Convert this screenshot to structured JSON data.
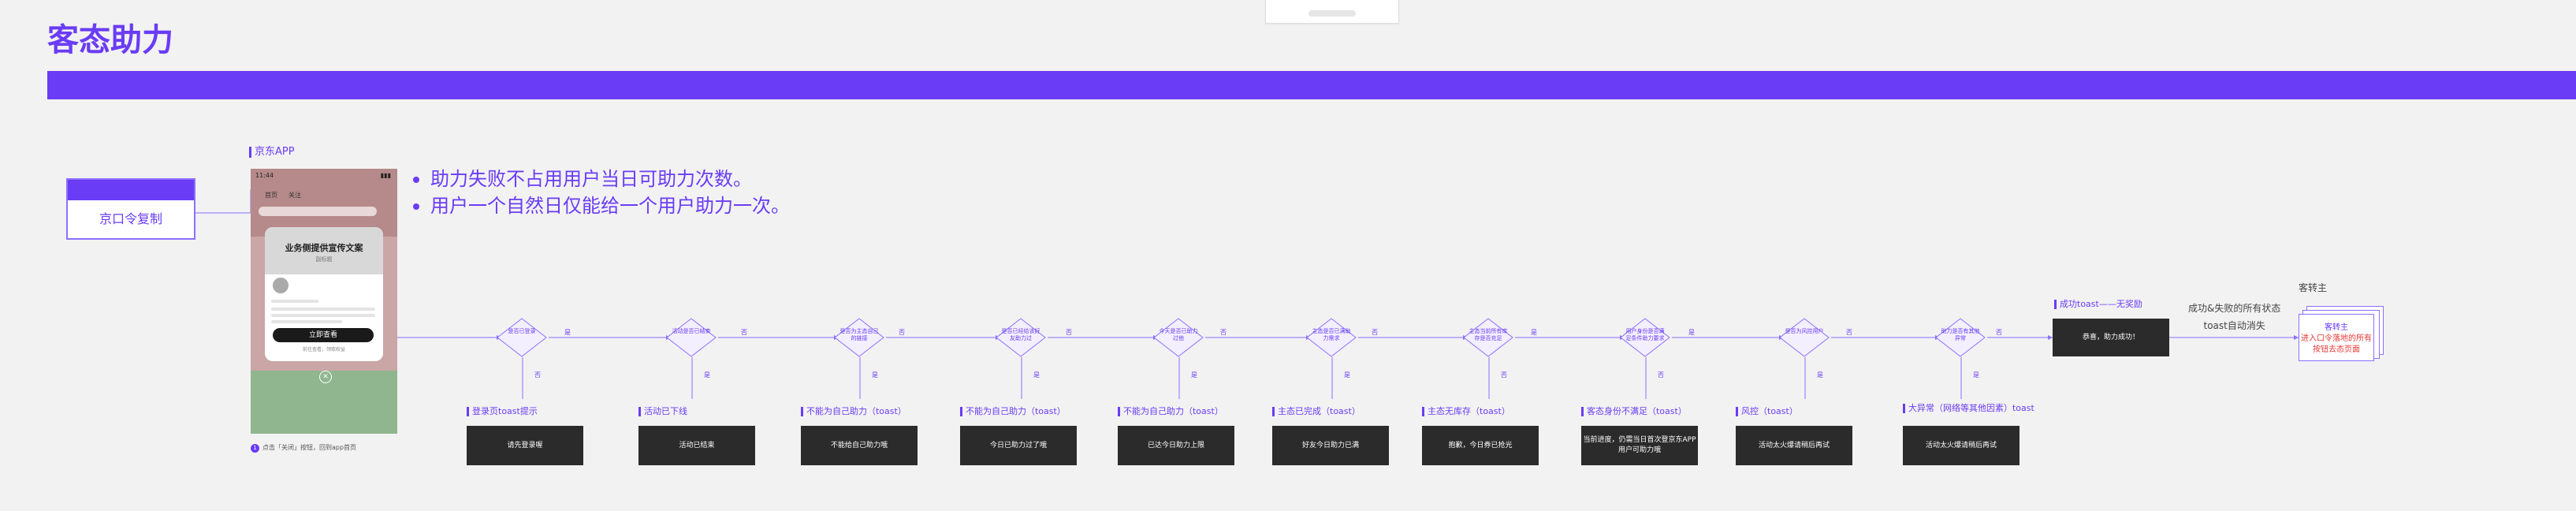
{
  "page": {
    "title": "客态助力"
  },
  "command_box": {
    "label": "京口令复制"
  },
  "app_label": "京东APP",
  "phone": {
    "status_time": "11:44",
    "tabs": [
      "首页",
      "关注"
    ],
    "modal_title": "业务侧提供宣传文案",
    "modal_subtitle": "副标题",
    "button": "立即查看",
    "under_button": "前往查看，领取权益"
  },
  "phone_note": {
    "number": "1",
    "text": "点击「关闭」按钮，回到app首页"
  },
  "bullets": [
    "助力失败不占用用户当日可助力次数。",
    "用户一个自然日仅能给一个用户助力一次。"
  ],
  "decisions": [
    {
      "text": "是否已登录",
      "yes": "是",
      "no": "否",
      "result_label": "登录页toast提示",
      "result_text": "请先登录喔"
    },
    {
      "text": "活动是否已结束",
      "yes": "否",
      "no": "是",
      "result_label": "活动已下线",
      "result_text": "活动已结束"
    },
    {
      "text": "是否为主态自己的链接",
      "yes": "否",
      "no": "是",
      "result_label": "不能为自己助力（toast）",
      "result_text": "不能给自己助力哦"
    },
    {
      "text": "是否已经给该好友助力过",
      "yes": "否",
      "no": "是",
      "result_label": "不能为自己助力（toast）",
      "result_text": "今日已助力过了哦"
    },
    {
      "text": "今天是否已助力过他",
      "yes": "否",
      "no": "是",
      "result_label": "不能为自己助力（toast）",
      "result_text": "已达今日助力上限"
    },
    {
      "text": "主态是否已满助力需求",
      "yes": "否",
      "no": "是",
      "result_label": "主态已完成（toast）",
      "result_text": "好友今日助力已满"
    },
    {
      "text": "主态当前所有库存是否充足",
      "yes": "是",
      "no": "否",
      "result_label": "主态无库存（toast）",
      "result_text": "抱歉，今日券已抢光"
    },
    {
      "text": "用户身份是否满足条件助力要求",
      "yes": "是",
      "no": "否",
      "result_label": "客态身份不满足（toast）",
      "result_text": "当前进度，仍需当日首次登京东APP用户可助力哦"
    },
    {
      "text": "是否为风控用户",
      "yes": "否",
      "no": "是",
      "result_label": "风控（toast）",
      "result_text": "活动太火爆请稍后再试"
    },
    {
      "text": "助力是否有其他异常",
      "yes": "否",
      "no": "是",
      "result_label": "大异常（网络等其他因素）toast",
      "result_text": "活动太火爆请稍后再试"
    }
  ],
  "success": {
    "label": "成功toast——无奖励",
    "text": "恭喜，助力成功！"
  },
  "note": {
    "line1": "成功&失败的所有状态",
    "line2": "toast自动消失"
  },
  "jump": {
    "label": "客转主",
    "title": "客转主",
    "desc": "进入口令落地的所有按钮去态页面"
  },
  "colors": {
    "accent": "#6a3cf5",
    "dark_box": "#2b2b2b",
    "error": "#e53935"
  }
}
